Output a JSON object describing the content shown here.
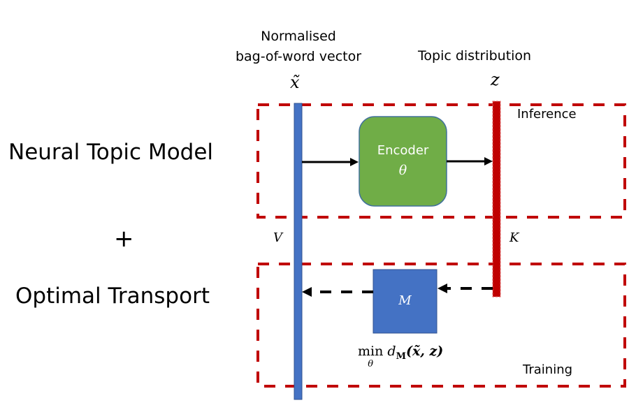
{
  "left_labels": {
    "model": "Neural Topic Model",
    "plus": "+",
    "transport": "Optimal Transport"
  },
  "bow_vector": {
    "title_line1": "Normalised",
    "title_line2": "bag-of-word vector",
    "symbol": "x̃",
    "dimension": "V",
    "color": "#4472C4"
  },
  "topic_vector": {
    "title": "Topic distribution",
    "symbol": "z",
    "dimension": "K",
    "color": "#C00000"
  },
  "encoder": {
    "label": "Encoder",
    "param": "θ",
    "color": "#70AD47"
  },
  "cost_matrix": {
    "label": "M",
    "color": "#4472C4"
  },
  "objective": {
    "op": "min",
    "sub": "θ",
    "func": "d",
    "func_sub": "M",
    "args": "(x̃, z)"
  },
  "regions": {
    "inference": "Inference",
    "training": "Training",
    "border_color": "#C00000"
  }
}
